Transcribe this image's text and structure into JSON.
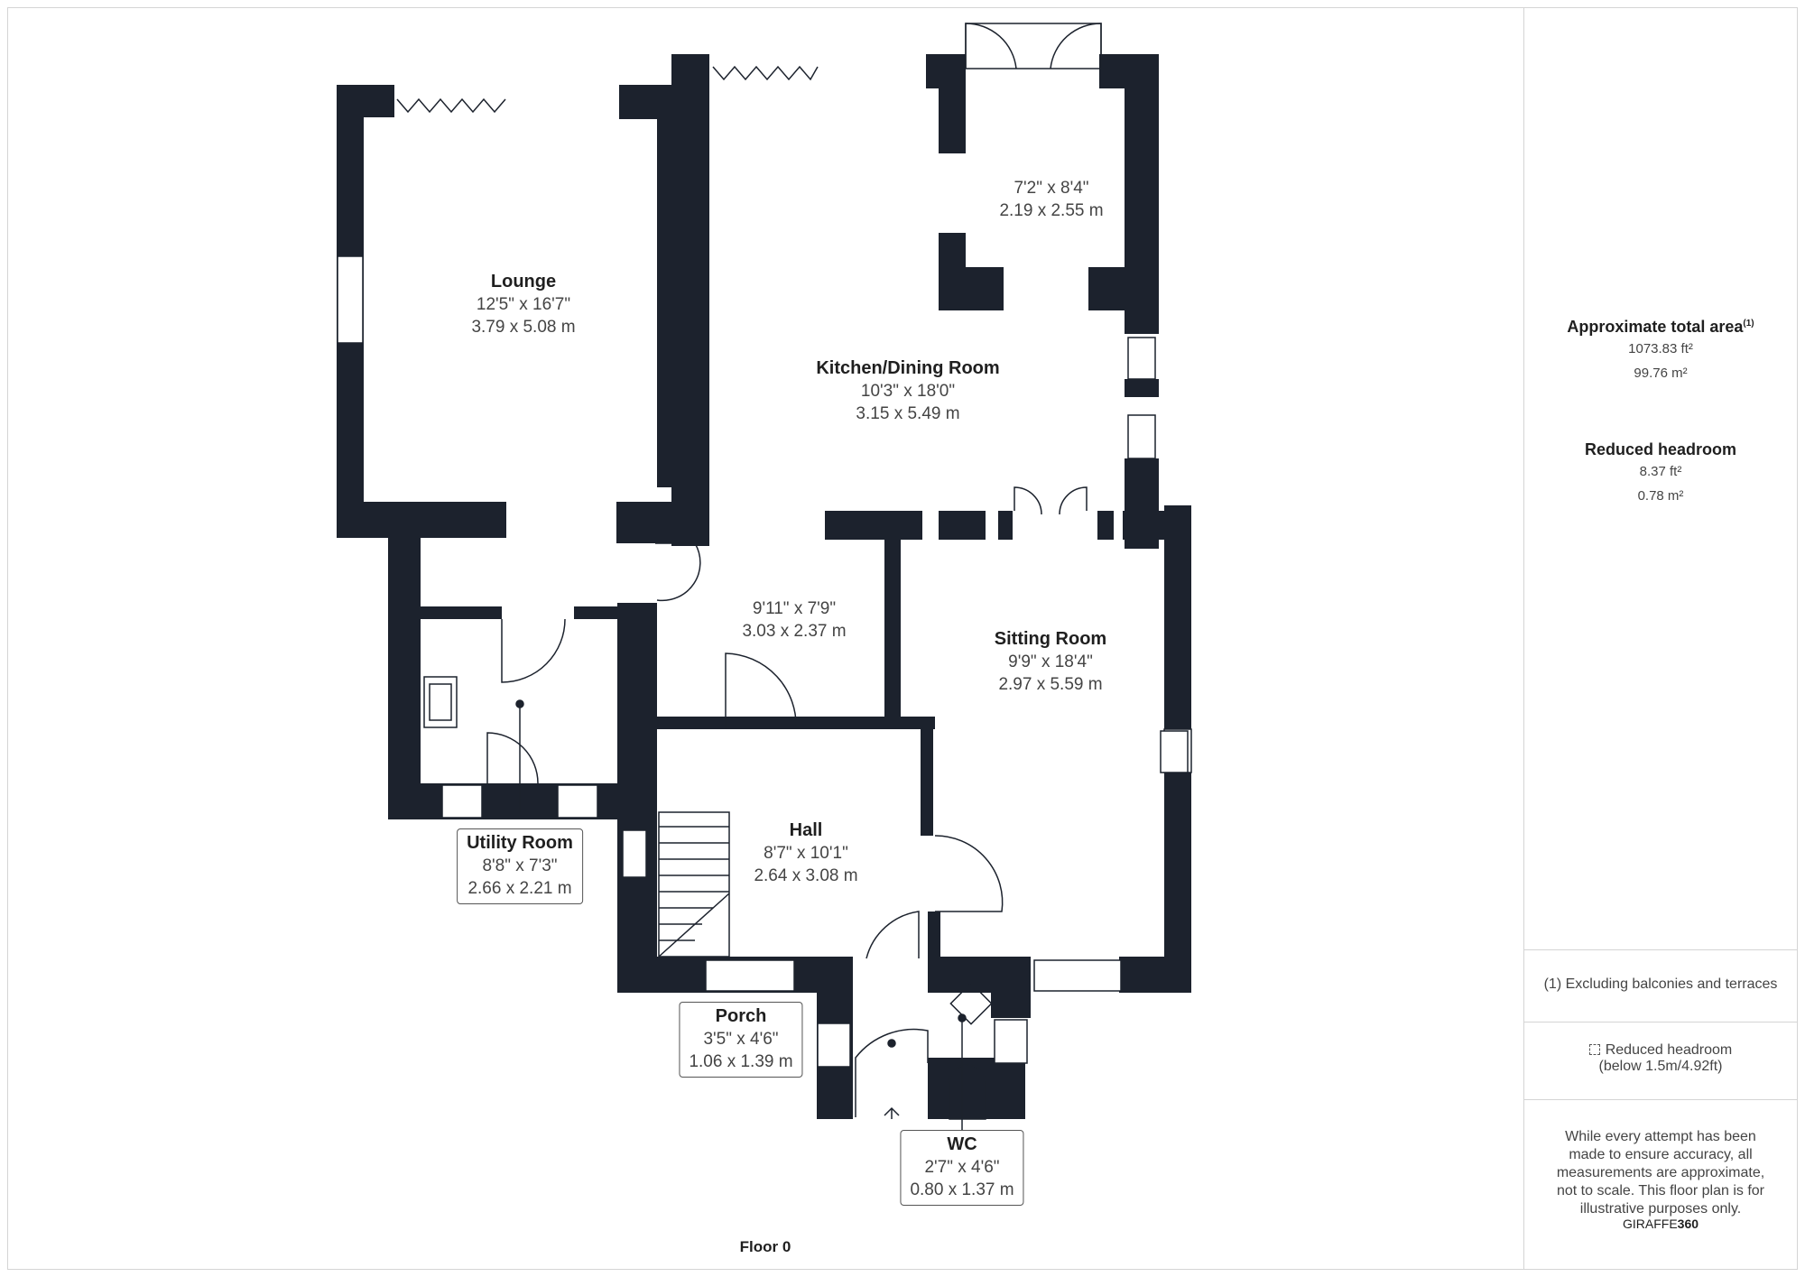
{
  "floor_label": "Floor 0",
  "rooms": {
    "lounge": {
      "name": "Lounge",
      "imperial": "12'5\" x 16'7\"",
      "metric": "3.79 x 5.08 m"
    },
    "kitchen": {
      "name": "Kitchen/Dining Room",
      "imperial": "10'3\" x 18'0\"",
      "metric": "3.15 x 5.49 m"
    },
    "kitchen_upper": {
      "imperial": "7'2\" x 8'4\"",
      "metric": "2.19 x 2.55 m"
    },
    "kitchen_lower": {
      "imperial": "9'11\" x 7'9\"",
      "metric": "3.03 x 2.37 m"
    },
    "sitting": {
      "name": "Sitting Room",
      "imperial": "9'9\" x 18'4\"",
      "metric": "2.97 x 5.59 m"
    },
    "hall": {
      "name": "Hall",
      "imperial": "8'7\" x 10'1\"",
      "metric": "2.64 x 3.08 m"
    },
    "utility": {
      "name": "Utility Room",
      "imperial": "8'8\" x 7'3\"",
      "metric": "2.66 x 2.21 m"
    },
    "porch": {
      "name": "Porch",
      "imperial": "3'5\" x 4'6\"",
      "metric": "1.06 x 1.39 m"
    },
    "wc": {
      "name": "WC",
      "imperial": "2'7\" x 4'6\"",
      "metric": "0.80 x 1.37 m"
    }
  },
  "sidebar": {
    "total_area_title": "Approximate total area",
    "total_area_sup": "(1)",
    "total_area_ft": "1073.83 ft²",
    "total_area_m": "99.76 m²",
    "reduced_title": "Reduced headroom",
    "reduced_ft": "8.37 ft²",
    "reduced_m": "0.78 m²",
    "footnote": "(1) Excluding balconies and terraces",
    "legend_line1": "Reduced headroom",
    "legend_line2": "(below 1.5m/4.92ft)",
    "disclaimer": "While every attempt has been made to ensure accuracy, all measurements are approximate, not to scale. This floor plan is for illustrative purposes only.",
    "brand_a": "GIRAFFE",
    "brand_b": "360"
  },
  "colors": {
    "wall": "#1c222d",
    "line": "#1c222d",
    "frame": "#d4d4d4"
  }
}
